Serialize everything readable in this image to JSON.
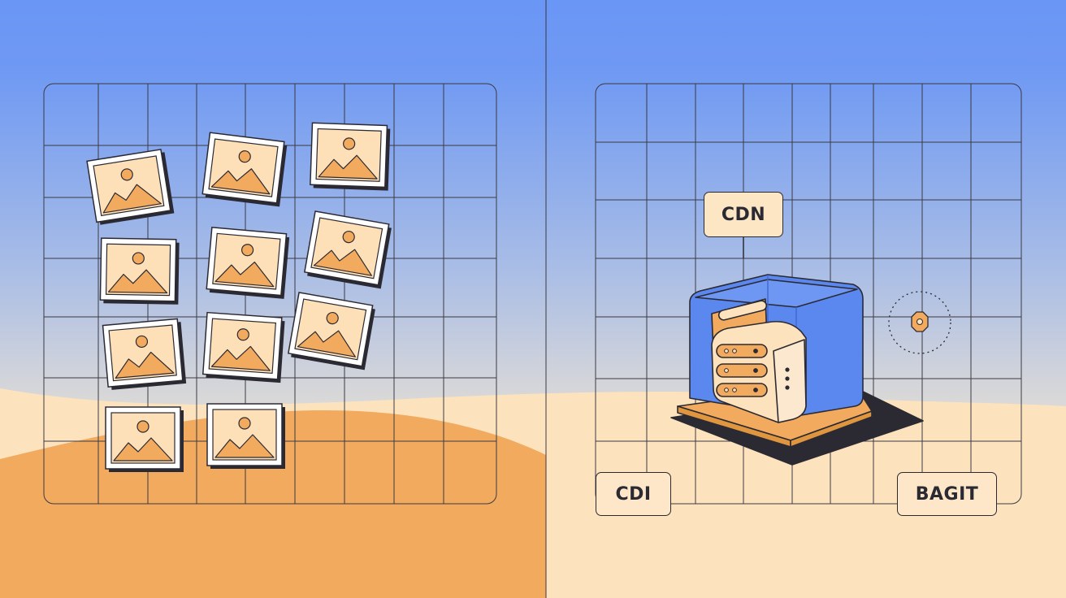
{
  "labels": {
    "cdn": "CDN",
    "cdi": "CDI",
    "bagit": "BAGIT"
  },
  "left_panel": {
    "image_tile_count": 11,
    "icon": "image-placeholder-icon"
  },
  "right_panel": {
    "icon": "server-rack-icon",
    "small_icon": "gear-icon"
  },
  "colors": {
    "sky_top": "#6b97f5",
    "sky_bottom": "#eadfd0",
    "sand": "#fde3bd",
    "orange": "#f2aa5e",
    "blue": "#5b88ef",
    "ink": "#2b2a33"
  }
}
